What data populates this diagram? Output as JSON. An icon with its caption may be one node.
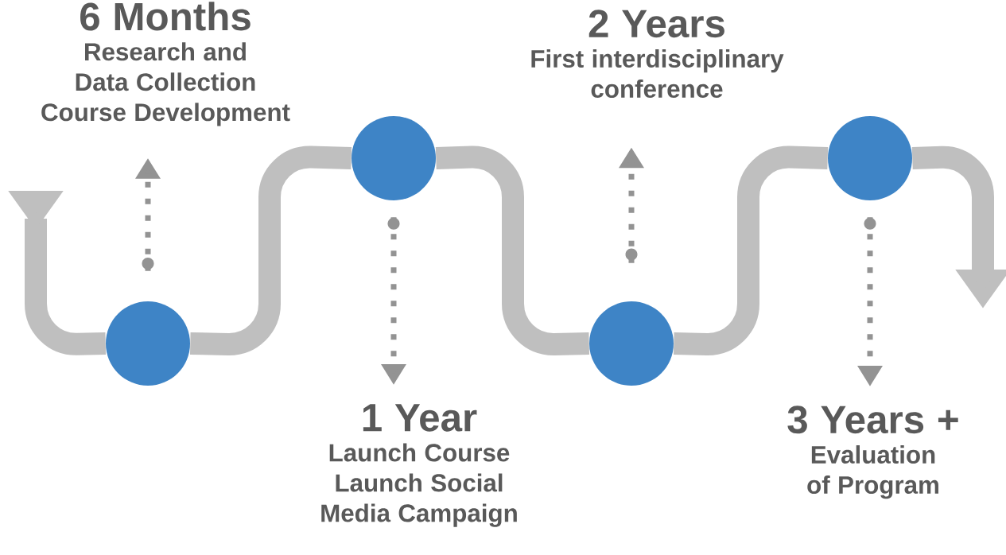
{
  "diagram": {
    "nodes": [
      {
        "text": [],
        "shape": "circle"
      },
      {
        "text": [],
        "shape": "circle"
      },
      {
        "text": [],
        "shape": "circle"
      },
      {
        "text": [],
        "shape": "circle"
      },
      {
        "text": [
          "6 Months",
          "Research and Data Collection",
          "Course Development"
        ]
      },
      {
        "text": [
          "1 Year",
          "Launch Course",
          "Launch Social Media Campaign"
        ]
      },
      {
        "text": [
          "2 Years",
          "First interdisciplinary conference"
        ]
      },
      {
        "text": [
          "3 Years +",
          "Evaluation of Program"
        ]
      }
    ],
    "edges": [
      {
        "from": null,
        "to": 0,
        "arrow": "other"
      },
      {
        "from": 0,
        "to": 1,
        "arrow": "none"
      },
      {
        "from": 1,
        "to": 2,
        "arrow": "none"
      },
      {
        "from": 2,
        "to": 3,
        "arrow": "none"
      },
      {
        "from": 3,
        "to": null,
        "arrow": "to"
      },
      {
        "from": 0,
        "to": 4,
        "arrow": "to",
        "style": "dashed",
        "color": "#939393"
      },
      {
        "from": 1,
        "to": 5,
        "arrow": "to",
        "style": "dashed",
        "color": "#939393"
      },
      {
        "from": 2,
        "to": 6,
        "arrow": "to",
        "style": "dashed",
        "color": "#939393"
      },
      {
        "from": 3,
        "to": 7,
        "arrow": "to",
        "style": "dashed",
        "color": "#939393"
      }
    ]
  }
}
